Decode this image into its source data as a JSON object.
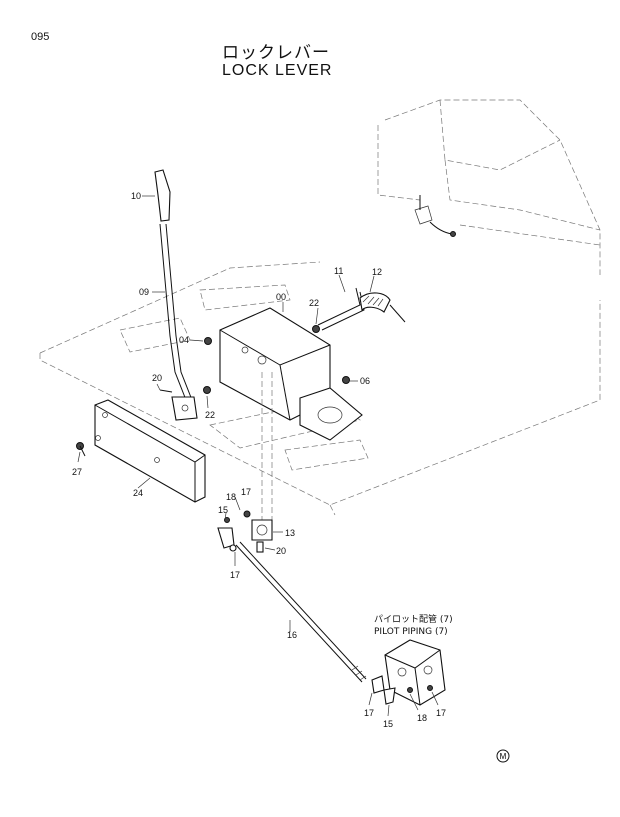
{
  "page": {
    "number": "095"
  },
  "title": {
    "japanese": "ロックレバー",
    "english": "LOCK LEVER"
  },
  "callouts": {
    "c10": "10",
    "c09": "09",
    "c11": "11",
    "c12": "12",
    "c00": "00",
    "c22a": "22",
    "c04": "04",
    "c06": "06",
    "c20a": "20",
    "c22b": "22",
    "c27": "27",
    "c24": "24",
    "c18a": "18",
    "c17a": "17",
    "c15a": "15",
    "c13": "13",
    "c20b": "20",
    "c17b": "17",
    "c16": "16",
    "c17c": "17",
    "c15b": "15",
    "c18b": "18",
    "c17d": "17"
  },
  "reference": {
    "japanese": "パイロット配管 (7)",
    "english": "PILOT PIPING (7)"
  },
  "logo": "M"
}
